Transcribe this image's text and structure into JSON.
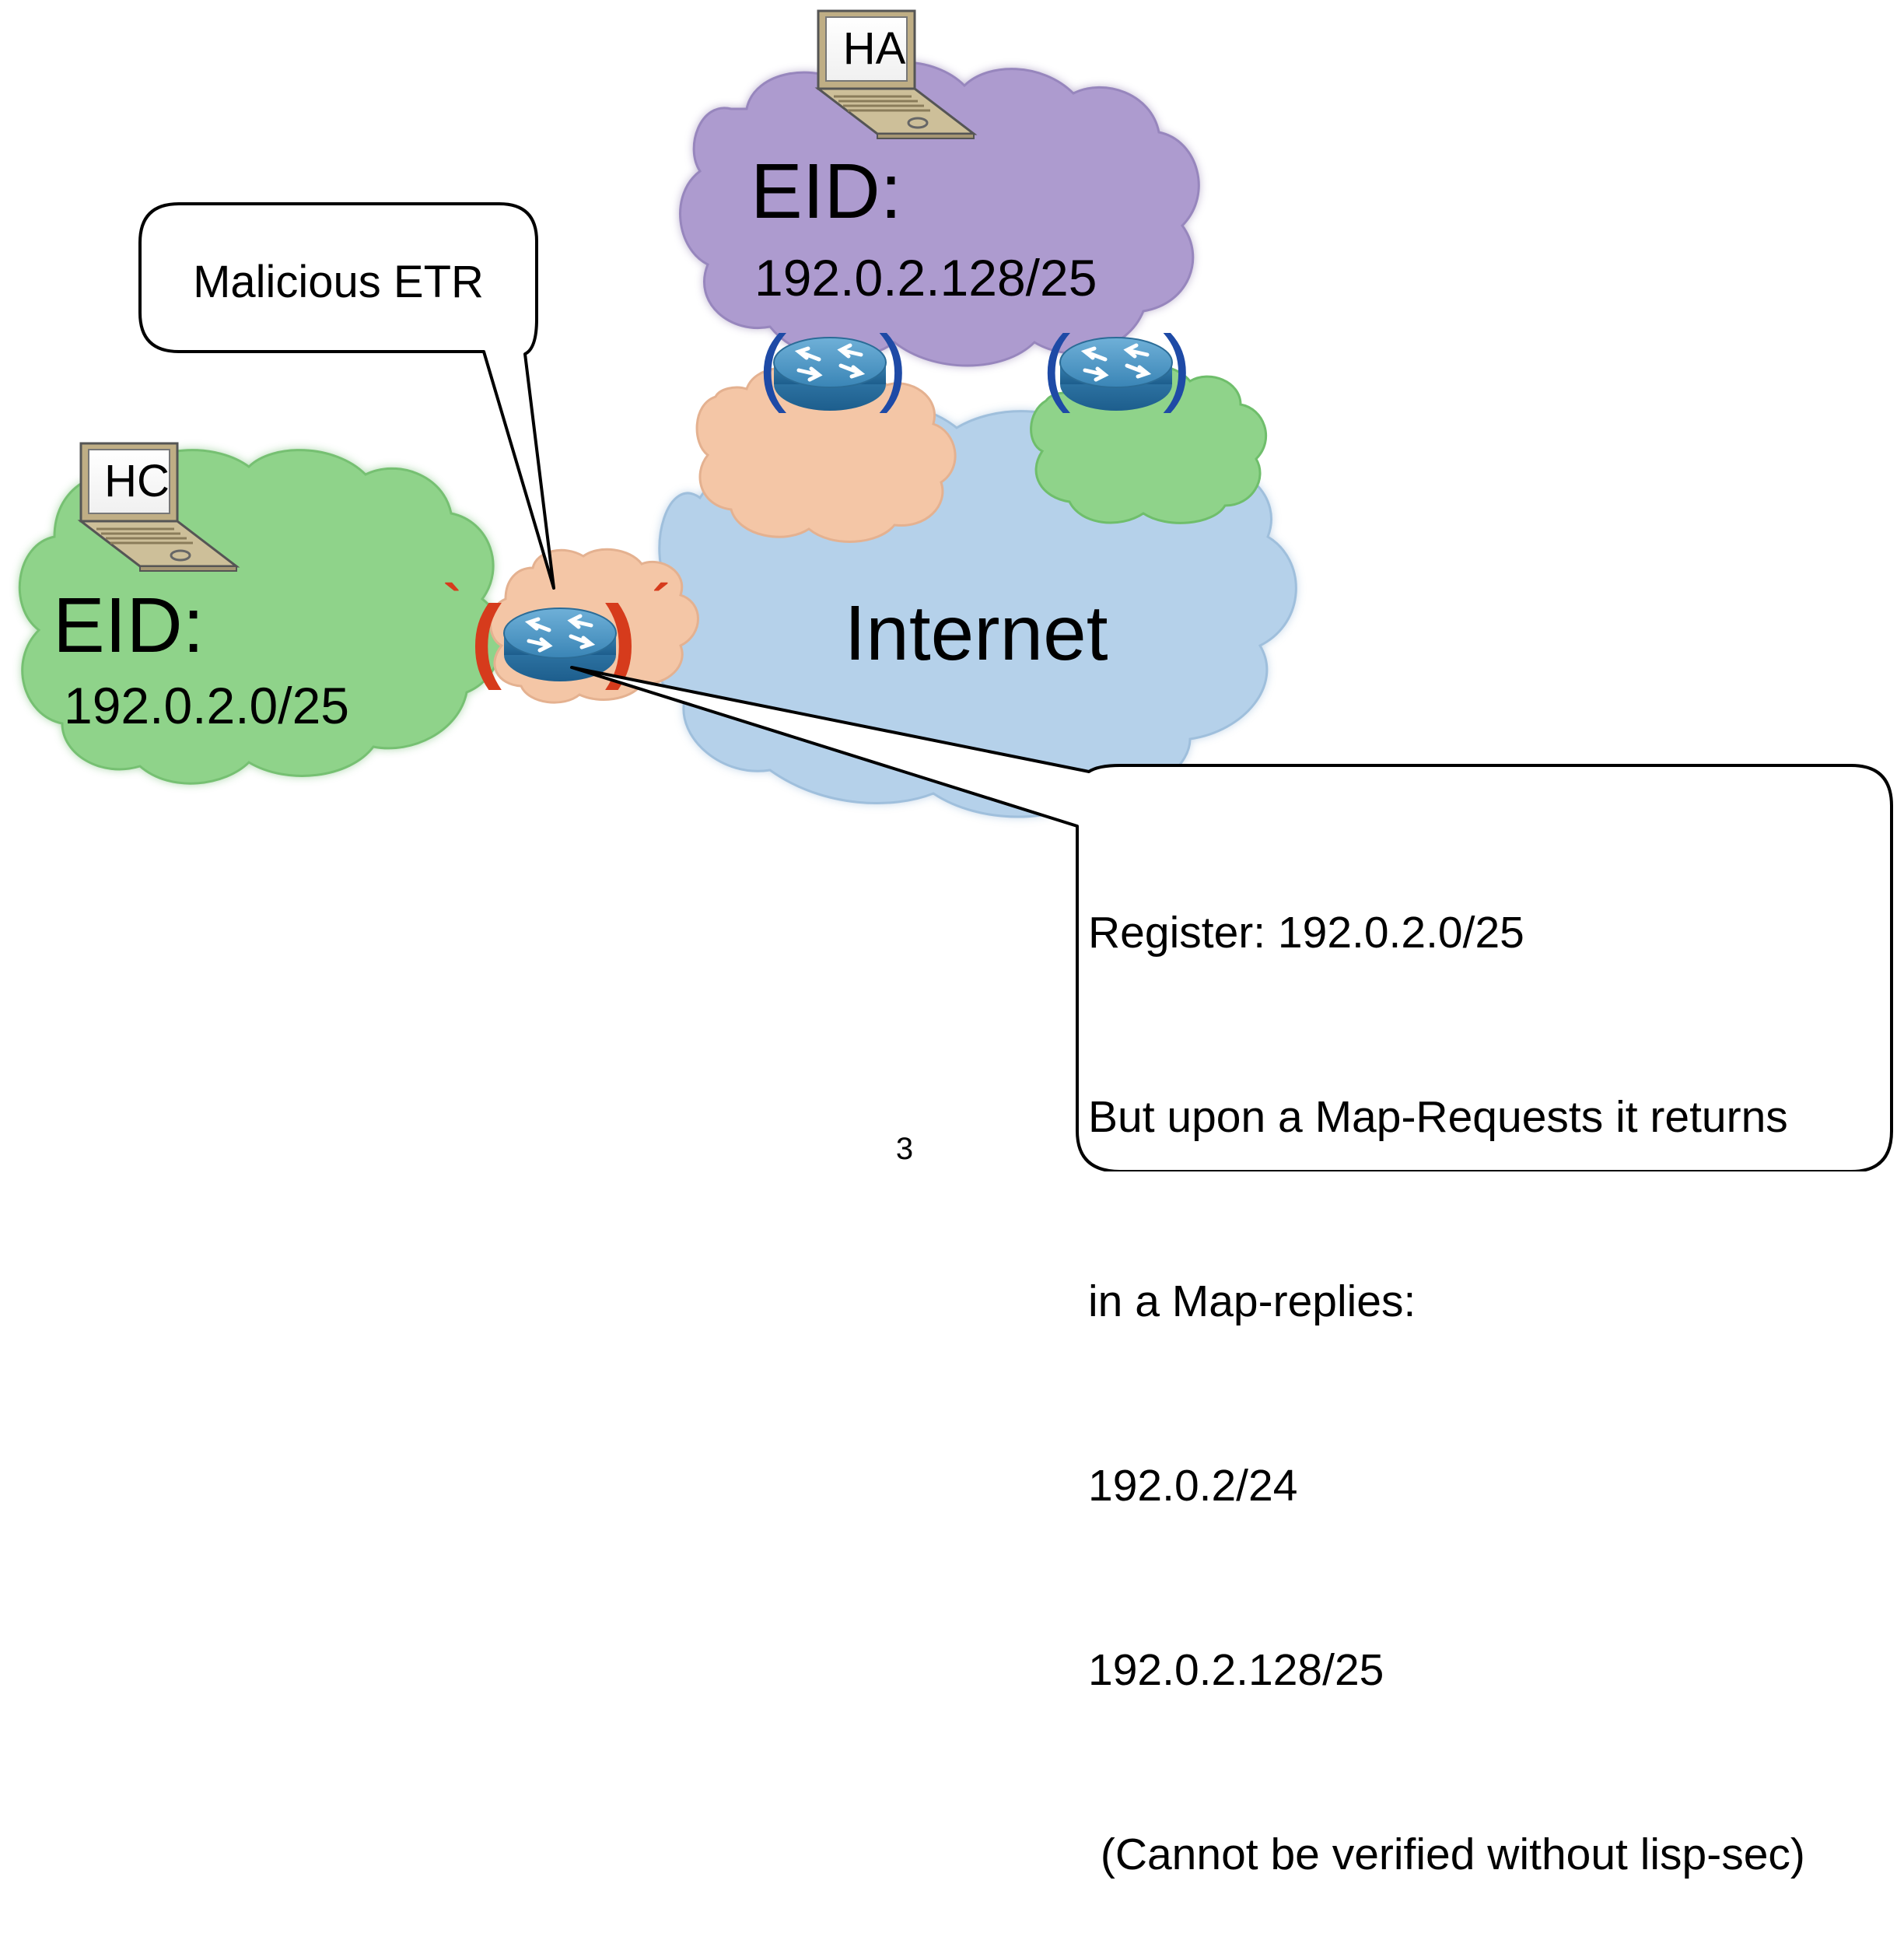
{
  "labels": {
    "host_a": "HA",
    "host_c": "HC",
    "eid_a_title": "EID:",
    "eid_a_prefix": "192.0.2.128/25",
    "eid_c_title": "EID:",
    "eid_c_prefix": "192.0.2.0/25",
    "internet": "Internet",
    "malicious_callout": "Malicious ETR",
    "page_number": "3"
  },
  "register_note": {
    "line1": "Register: 192.0.2.0/25",
    "line2": "But upon a Map-Requests it returns",
    "line3": "in a Map-replies:",
    "line4": "192.0.2/24",
    "line5": "192.0.2.128/25",
    "line6": " (Cannot be verified without lisp-sec)"
  },
  "colors": {
    "site_a_cloud": "#ad9bcf",
    "site_c_cloud": "#8fd38a",
    "internet_cloud": "#b5d1ea",
    "provider_cloud_orange": "#f4c6a6",
    "provider_cloud_green": "#8fd38a",
    "router": "#3d87b7",
    "legit_router_marks": "#1e4aa6",
    "malicious_router_marks": "#d63b1c"
  },
  "icons": [
    "laptop-icon",
    "router-icon"
  ]
}
